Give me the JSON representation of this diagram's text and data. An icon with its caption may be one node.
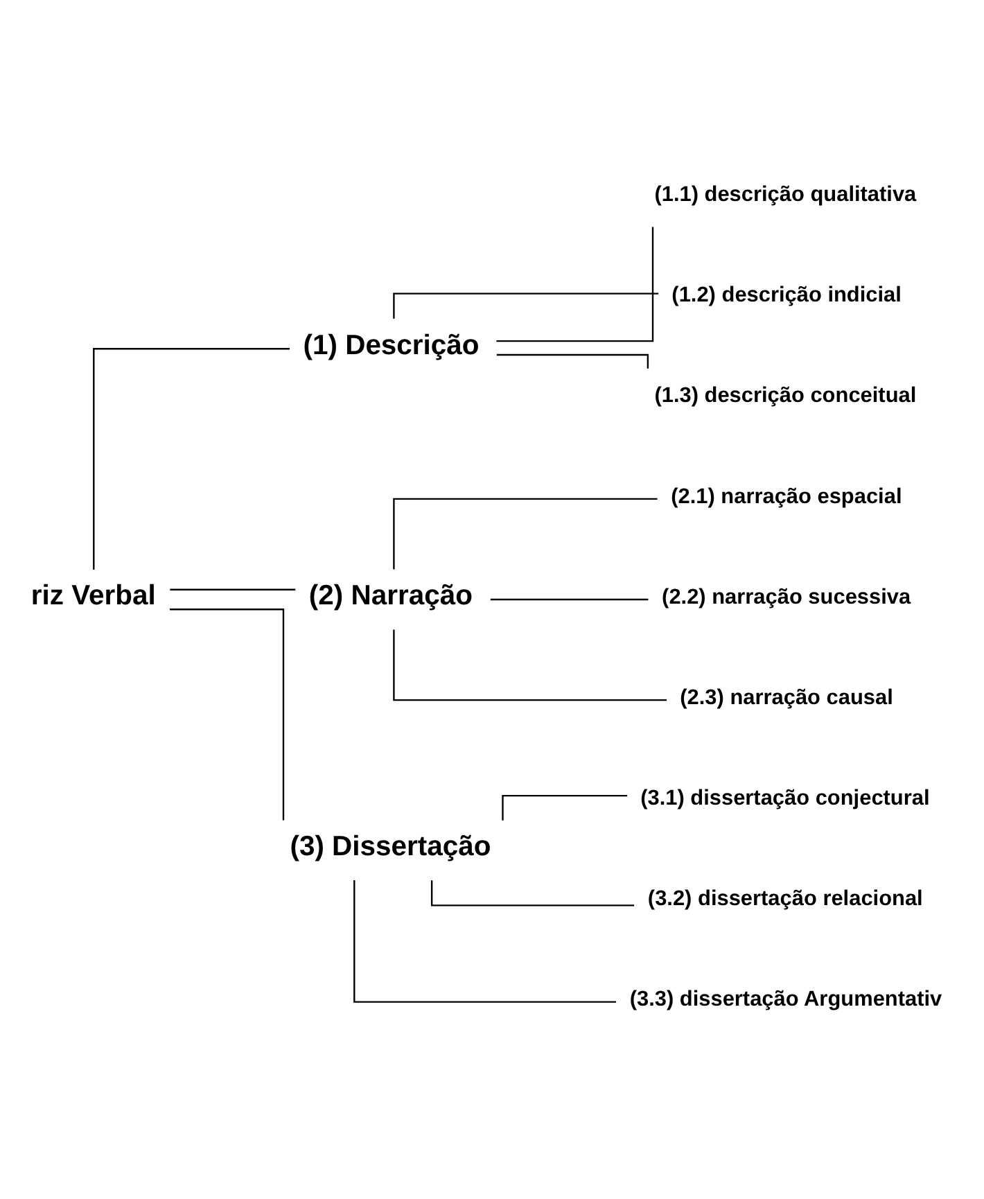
{
  "diagram": {
    "nodes": [
      {
        "text": [
          "riz Verbal"
        ]
      },
      {
        "text": [
          "(1) Descrição"
        ]
      },
      {
        "text": [
          "(1.1) descrição qualitativa"
        ]
      },
      {
        "text": [
          "(1.2) descrição indicial"
        ]
      },
      {
        "text": [
          "(1.3) descrição conceitual"
        ]
      },
      {
        "text": [
          "(2) Narração"
        ]
      },
      {
        "text": [
          "(2.1) narração espacial"
        ]
      },
      {
        "text": [
          "(2.2) narração sucessiva"
        ]
      },
      {
        "text": [
          "(2.3) narração causal"
        ]
      },
      {
        "text": [
          "(3) Dissertação"
        ]
      },
      {
        "text": [
          "(3.1) dissertação conjectural"
        ]
      },
      {
        "text": [
          "(3.2) dissertação relacional"
        ]
      },
      {
        "text": [
          "(3.3) dissertação Argumentativ"
        ]
      }
    ],
    "edges": [
      {
        "from": 0,
        "to": 1,
        "arrow": "none"
      },
      {
        "from": 0,
        "to": 5,
        "arrow": "none"
      },
      {
        "from": 0,
        "to": 9,
        "arrow": "none"
      },
      {
        "from": 1,
        "to": 2,
        "arrow": "none"
      },
      {
        "from": 1,
        "to": 3,
        "arrow": "none"
      },
      {
        "from": 1,
        "to": 4,
        "arrow": "none"
      },
      {
        "from": 5,
        "to": 6,
        "arrow": "none"
      },
      {
        "from": 5,
        "to": 7,
        "arrow": "none"
      },
      {
        "from": 5,
        "to": 8,
        "arrow": "none"
      },
      {
        "from": 9,
        "to": 10,
        "arrow": "none"
      },
      {
        "from": 9,
        "to": 11,
        "arrow": "none"
      },
      {
        "from": 9,
        "to": 12,
        "arrow": "none"
      }
    ]
  }
}
